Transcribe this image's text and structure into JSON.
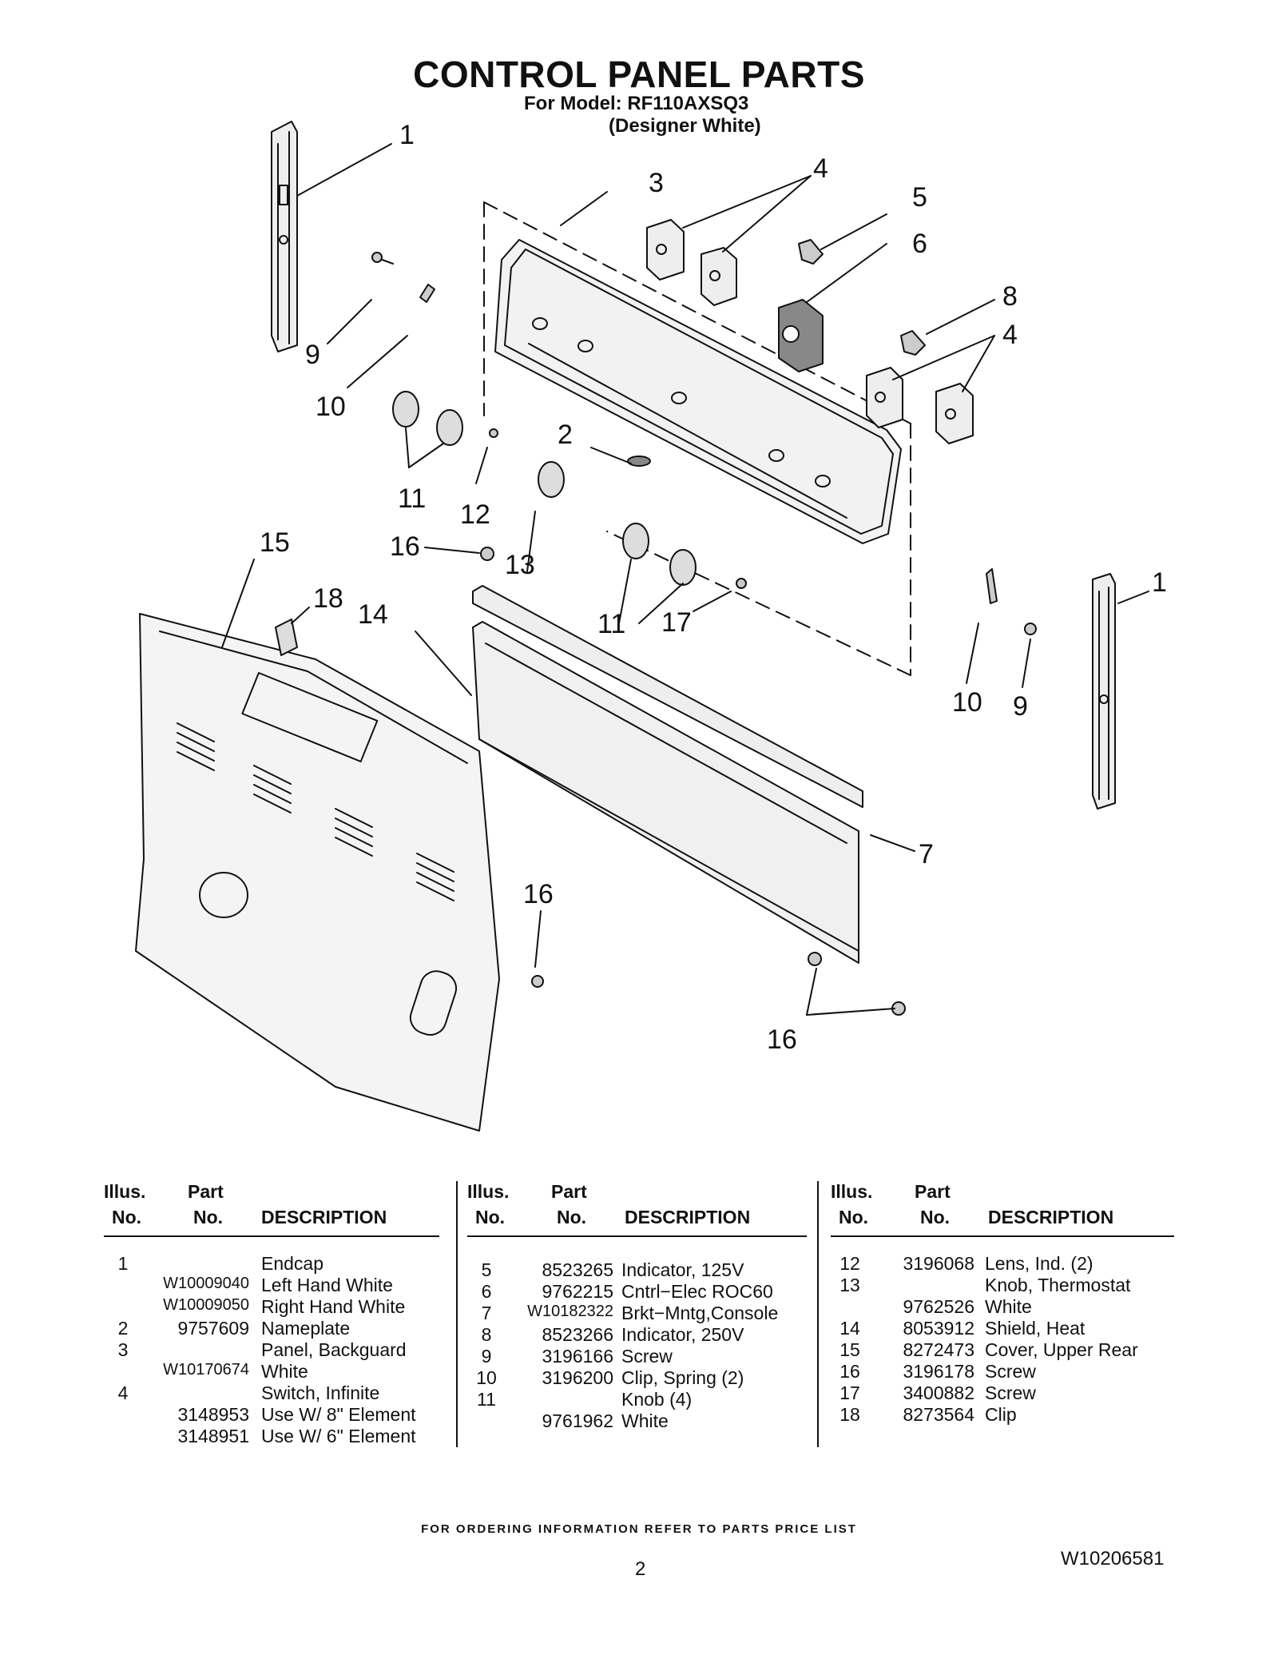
{
  "header": {
    "title": "CONTROL PANEL PARTS",
    "model_line": "For Model: RF110AXSQ3",
    "color_line": "(Designer White)"
  },
  "diagram": {
    "callouts": [
      "1",
      "3",
      "4",
      "5",
      "6",
      "9",
      "10",
      "8",
      "4",
      "2",
      "11",
      "12",
      "13",
      "15",
      "16",
      "18",
      "14",
      "11",
      "17",
      "1",
      "10",
      "9",
      "7",
      "16",
      "16"
    ]
  },
  "columns": [
    {
      "headers": {
        "illus_1": "Illus.",
        "illus_2": "No.",
        "part_1": "Part",
        "part_2": "No.",
        "desc": "DESCRIPTION"
      },
      "rows": [
        {
          "illus": "1",
          "part": "",
          "desc": "Endcap"
        },
        {
          "illus": "",
          "part": "W10009040",
          "desc": "Left Hand White"
        },
        {
          "illus": "",
          "part": "W10009050",
          "desc": "Right Hand White"
        },
        {
          "illus": "2",
          "part": "9757609",
          "desc": "Nameplate"
        },
        {
          "illus": "3",
          "part": "",
          "desc": "Panel, Backguard"
        },
        {
          "illus": "",
          "part": "W10170674",
          "desc": "White"
        },
        {
          "illus": "4",
          "part": "",
          "desc": "Switch, Infinite"
        },
        {
          "illus": "",
          "part": "3148953",
          "desc": "Use W/ 8\" Element"
        },
        {
          "illus": "",
          "part": "3148951",
          "desc": "Use W/ 6\" Element"
        }
      ]
    },
    {
      "headers": {
        "illus_1": "Illus.",
        "illus_2": "No.",
        "part_1": "Part",
        "part_2": "No.",
        "desc": "DESCRIPTION"
      },
      "rows": [
        {
          "illus": "5",
          "part": "8523265",
          "desc": "Indicator, 125V"
        },
        {
          "illus": "6",
          "part": "9762215",
          "desc": "Cntrl−Elec ROC60"
        },
        {
          "illus": "7",
          "part": "W10182322",
          "desc": "Brkt−Mntg,Console"
        },
        {
          "illus": "8",
          "part": "8523266",
          "desc": "Indicator, 250V"
        },
        {
          "illus": "9",
          "part": "3196166",
          "desc": "Screw"
        },
        {
          "illus": "10",
          "part": "3196200",
          "desc": "Clip, Spring (2)"
        },
        {
          "illus": "11",
          "part": "",
          "desc": "Knob (4)"
        },
        {
          "illus": "",
          "part": "9761962",
          "desc": "White"
        }
      ]
    },
    {
      "headers": {
        "illus_1": "Illus.",
        "illus_2": "No.",
        "part_1": "Part",
        "part_2": "No.",
        "desc": "DESCRIPTION"
      },
      "rows": [
        {
          "illus": "12",
          "part": "3196068",
          "desc": "Lens, Ind. (2)"
        },
        {
          "illus": "13",
          "part": "",
          "desc": "Knob, Thermostat"
        },
        {
          "illus": "",
          "part": "9762526",
          "desc": "White"
        },
        {
          "illus": "14",
          "part": "8053912",
          "desc": "Shield, Heat"
        },
        {
          "illus": "15",
          "part": "8272473",
          "desc": "Cover, Upper Rear"
        },
        {
          "illus": "16",
          "part": "3196178",
          "desc": "Screw"
        },
        {
          "illus": "17",
          "part": "3400882",
          "desc": "Screw"
        },
        {
          "illus": "18",
          "part": "8273564",
          "desc": "Clip"
        }
      ]
    }
  ],
  "footer": {
    "ordering_note": "FOR ORDERING INFORMATION REFER TO PARTS PRICE LIST",
    "page_number": "2",
    "document_number": "W10206581"
  }
}
